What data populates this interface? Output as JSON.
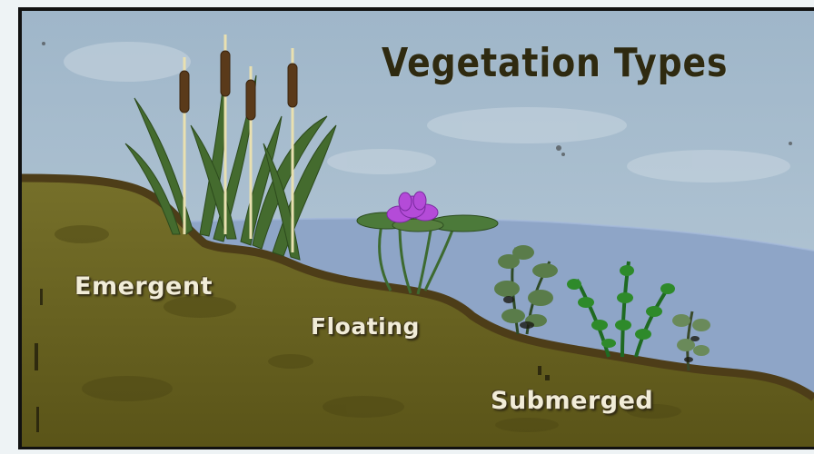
{
  "diagram": {
    "title": "Vegetation Types",
    "labels": {
      "emergent": "Emergent",
      "floating": "Floating",
      "submerged": "Submerged"
    }
  },
  "colors": {
    "sky": "#a9bfd0",
    "water": "#8fa6c8",
    "soil": "#6b6420",
    "soil_edge": "#4a3a18",
    "title_text": "#2f2a10",
    "label_text": "#f1ecd8",
    "lily_flower": "#b14ad8",
    "plant_green": "#3f7a2c"
  },
  "icons": [
    "cattail-icon",
    "water-lily-icon",
    "submerged-plant-icon"
  ]
}
